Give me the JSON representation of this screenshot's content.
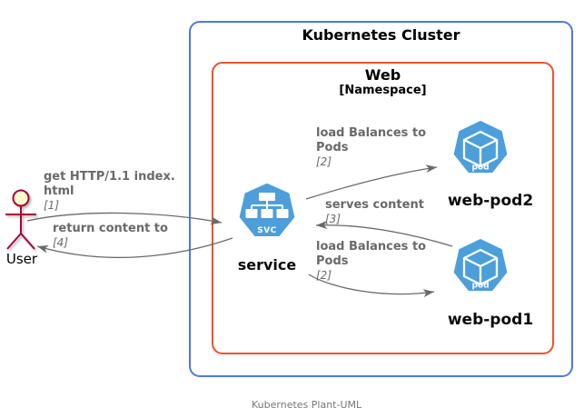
{
  "title": "Kubernetes Cluster",
  "namespace": {
    "title": "Web",
    "subtitle": "[Namespace]"
  },
  "footer": "Kubernetes Plant-UML",
  "actor": {
    "label": "User"
  },
  "nodes": {
    "service": {
      "label": "service",
      "icon": "k8s-service-icon",
      "icon_caption": "SVC"
    },
    "web_pod2": {
      "label": "web-pod2",
      "icon": "k8s-pod-icon",
      "icon_caption": "pod"
    },
    "web_pod1": {
      "label": "web-pod1",
      "icon": "k8s-pod-icon",
      "icon_caption": "pod"
    }
  },
  "edges": {
    "request": {
      "from": "User",
      "to": "service",
      "lines": [
        "get HTTP/1.1 index.",
        "html"
      ],
      "ref": "[1]"
    },
    "return": {
      "from": "service",
      "to": "User",
      "lines": [
        "return content to"
      ],
      "ref": "[4]"
    },
    "lb_pod2": {
      "from": "service",
      "to": "web-pod2",
      "lines": [
        "load Balances to",
        "Pods"
      ],
      "ref": "[2]"
    },
    "serves": {
      "from": "web-pod1",
      "to": "service",
      "lines": [
        "serves content"
      ],
      "ref": "[3]"
    },
    "lb_pod1": {
      "from": "service",
      "to": "web-pod1",
      "lines": [
        "load Balances to",
        "Pods"
      ],
      "ref": "[2]"
    }
  },
  "colors": {
    "cluster_border": "#4B79E1",
    "namespace_border": "#F0512C",
    "icon_blue": "#4C9FDB",
    "arrow_gray": "#696969",
    "edge_text_gray": "#696969",
    "actor_stroke": "#A80036",
    "actor_head_fill": "#FEFECE"
  }
}
